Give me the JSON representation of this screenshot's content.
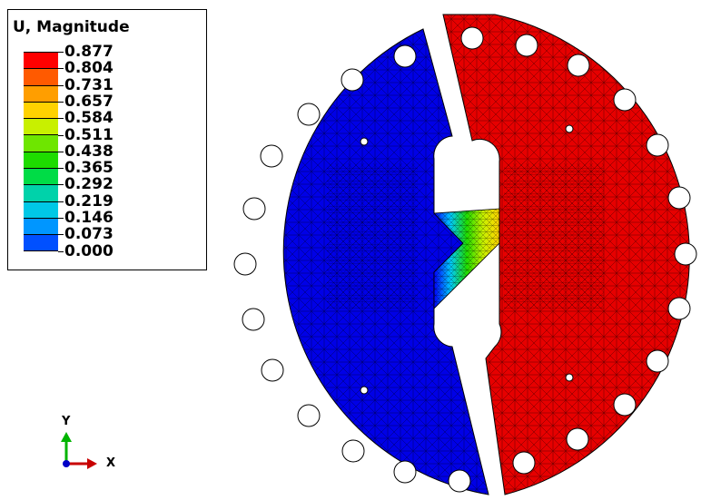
{
  "legend": {
    "title": "U, Magnitude",
    "ticks": [
      "0.877",
      "0.804",
      "0.731",
      "0.657",
      "0.584",
      "0.511",
      "0.438",
      "0.365",
      "0.292",
      "0.219",
      "0.146",
      "0.073",
      "0.000"
    ],
    "colors": [
      "#ff0000",
      "#ff5a00",
      "#ff9e00",
      "#ffd200",
      "#c8f000",
      "#6ee600",
      "#1edc00",
      "#00dc46",
      "#00d2aa",
      "#00c8e6",
      "#0096ff",
      "#0050ff",
      "#0000ff"
    ]
  },
  "triad": {
    "y_label": "Y",
    "x_label": "X",
    "y_color": "#00b400",
    "x_color": "#c80000",
    "z_color": "#0000c8"
  },
  "model": {
    "left_half_color": "#0000e6",
    "right_half_color": "#e60000",
    "gauge_colors": [
      "#0000ff",
      "#00c8ff",
      "#1edc00",
      "#c8f000",
      "#ffd200"
    ]
  }
}
